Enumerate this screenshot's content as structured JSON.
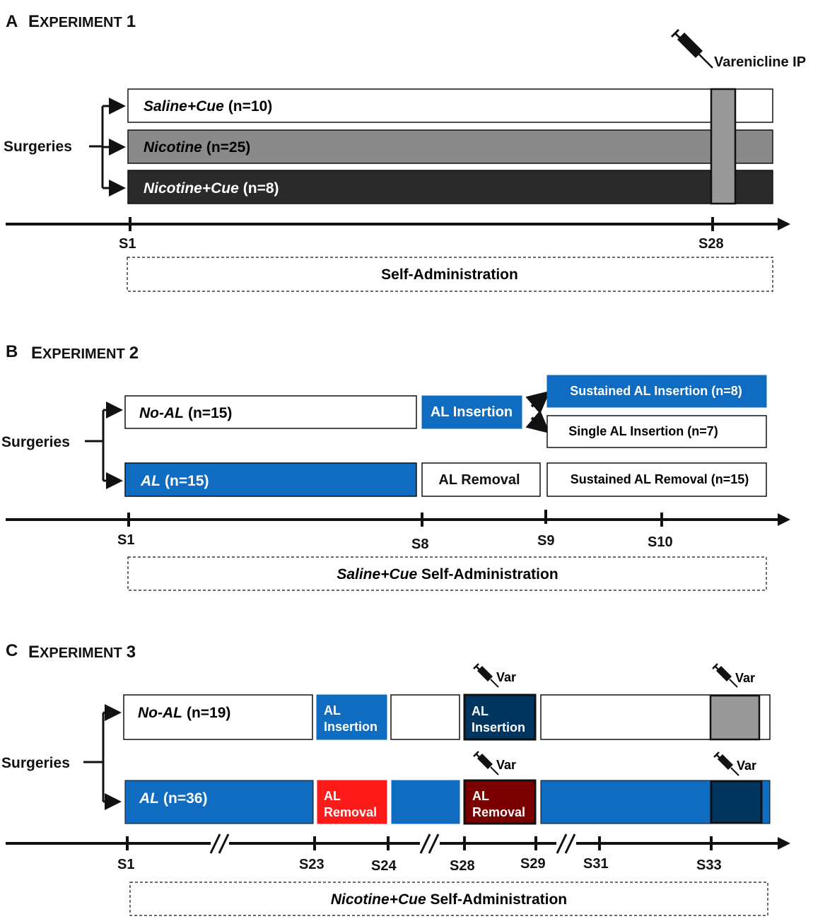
{
  "panels": [
    {
      "letter": "A",
      "title_first": "E",
      "title_rest": "XPERIMENT",
      "title_num": "1",
      "surgeries": "Surgeries",
      "groups": [
        {
          "name": "Saline+Cue",
          "n": "(n=10)",
          "fill": "#ffffff",
          "text_color": "#111111"
        },
        {
          "name": "Nicotine",
          "n": "(n=25)",
          "fill": "#8a8a8a",
          "text_color": "#111111"
        },
        {
          "name": "Nicotine+Cue",
          "n": "(n=8)",
          "fill": "#2a2a2a",
          "text_color": "#ffffff"
        }
      ],
      "drug": "Varenicline IP",
      "ticks": [
        "S1",
        "S28"
      ],
      "phase": "Self-Administration"
    },
    {
      "letter": "B",
      "title_first": "E",
      "title_rest": "XPERIMENT",
      "title_num": "2",
      "surgeries": "Surgeries",
      "groups": [
        {
          "name": "No-AL",
          "n": "(n=15)"
        },
        {
          "name": "AL",
          "n": "(n=15)"
        }
      ],
      "boxes": {
        "al_insertion": "AL Insertion",
        "al_removal": "AL Removal",
        "sustained_insertion": "Sustained AL Insertion (n=8)",
        "single_insertion": "Single AL Insertion (n=7)",
        "sustained_removal": "Sustained AL Removal (n=15)"
      },
      "ticks": [
        "S1",
        "S8",
        "S9",
        "S10"
      ],
      "phase_italic": "Saline+Cue",
      "phase_rest": " Self-Administration"
    },
    {
      "letter": "C",
      "title_first": "E",
      "title_rest": "XPERIMENT",
      "title_num": "3",
      "surgeries": "Surgeries",
      "groups": [
        {
          "name": "No-AL",
          "n": "(n=19)"
        },
        {
          "name": "AL",
          "n": "(n=36)"
        }
      ],
      "boxes": {
        "al_line1": "AL",
        "insertion": "Insertion",
        "removal": "Removal"
      },
      "drug": "Var",
      "ticks": [
        "S1",
        "S23",
        "S24",
        "S28",
        "S29",
        "S31",
        "S33"
      ],
      "phase_italic": "Nicotine+Cue",
      "phase_rest": " Self-Administration"
    }
  ],
  "colors": {
    "blue": "#0f6cc0",
    "dark_navy": "#003560",
    "red": "#ff1a1a",
    "dark_red": "#7a0000",
    "grey": "#999999",
    "dark_grey": "#2a2a2a",
    "mid_grey": "#8a8a8a"
  }
}
